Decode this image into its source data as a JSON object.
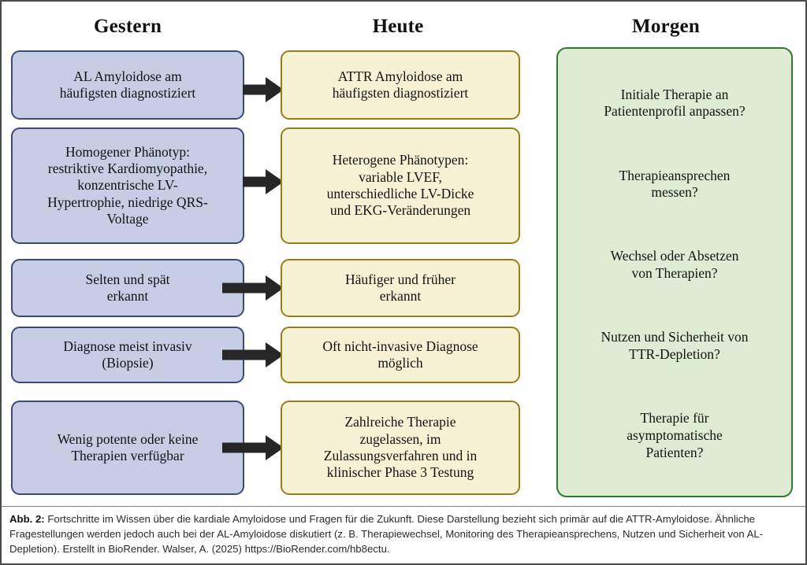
{
  "figure": {
    "columns": {
      "past_heading": "Gestern",
      "present_heading": "Heute",
      "future_heading": "Morgen"
    },
    "past_boxes": [
      "AL Amyloidose am\nhäufigsten diagnostiziert",
      "Homogener Phänotyp:\nrestriktive Kardiomyopathie,\nkonzentrische LV-\nHypertrophie, niedrige QRS-\nVoltage",
      "Selten und spät\nerkannt",
      "Diagnose meist invasiv\n(Biopsie)",
      "Wenig potente oder keine\nTherapien verfügbar"
    ],
    "present_boxes": [
      "ATTR Amyloidose am\nhäufigsten diagnostiziert",
      "Heterogene Phänotypen:\nvariable LVEF,\nunterschiedliche LV-Dicke\nund EKG-Veränderungen",
      "Häufiger und früher\nerkannt",
      "Oft nicht-invasive Diagnose\nmöglich",
      "Zahlreiche Therapie\nzugelassen, im\nZulassungsverfahren und in\nklinischer Phase 3 Testung"
    ],
    "future_items": [
      "Initiale Therapie an\nPatientenprofil anpassen?",
      "Therapieansprechen\nmessen?",
      "Wechsel oder Absetzen\nvon Therapien?",
      "Nutzen und Sicherheit von\nTTR-Depletion?",
      "Therapie für\nasymptomatische\nPatienten?"
    ],
    "arrow_count": 5,
    "colors": {
      "past_fill": "#c6cde5",
      "past_border": "#3c4a79",
      "present_fill": "#f7f2d4",
      "present_border": "#9a7c1b",
      "future_fill": "#dfecd4",
      "future_border": "#2f7a31",
      "arrow": "#262626",
      "frame": "#4a4a4a"
    }
  },
  "caption": {
    "label": "Abb. 2:",
    "text": " Fortschritte im Wissen über die kardiale Amyloidose und Fragen für die Zukunft. Diese Darstellung bezieht sich primär auf die ATTR-Amyloidose. Ähnliche Fragestellungen werden jedoch auch bei der AL-Amyloidose diskutiert (z. B. Therapiewechsel, Monitoring des Therapieansprechens, Nutzen und Sicherheit von AL-Depletion). Erstellt in BioRender. Walser, A. (2025) https://BioRender.com/hb8ectu."
  }
}
